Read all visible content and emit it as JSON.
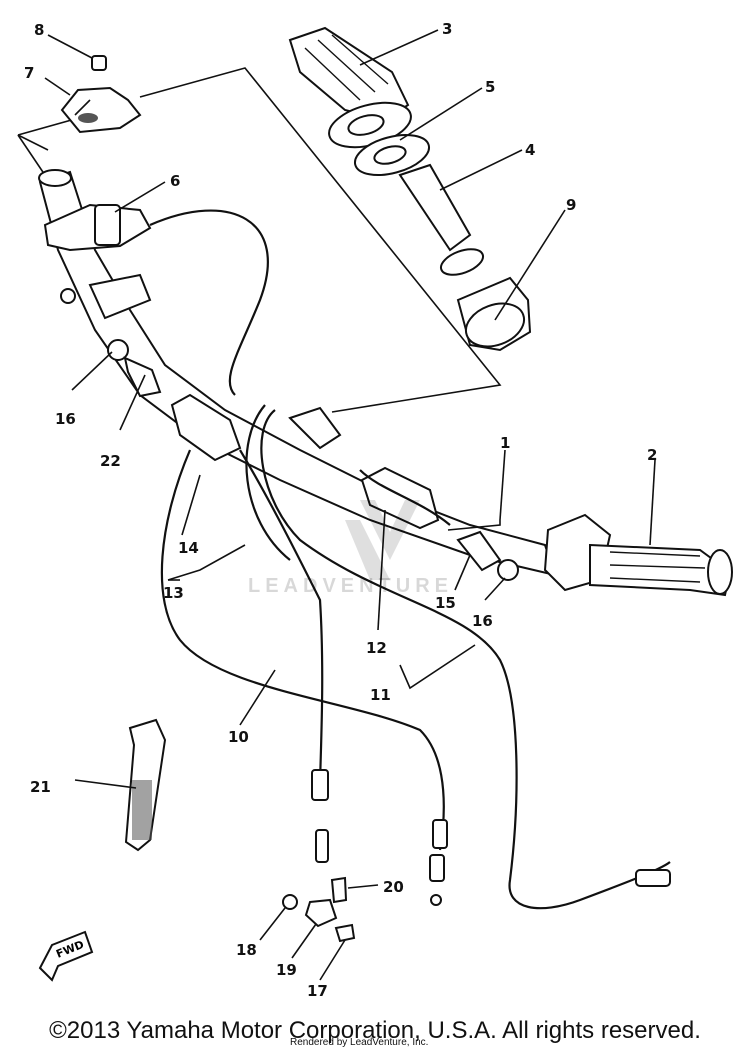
{
  "callouts": [
    {
      "id": "c1",
      "label": "1"
    },
    {
      "id": "c2",
      "label": "2"
    },
    {
      "id": "c3",
      "label": "3"
    },
    {
      "id": "c4",
      "label": "4"
    },
    {
      "id": "c5",
      "label": "5"
    },
    {
      "id": "c6",
      "label": "6"
    },
    {
      "id": "c7",
      "label": "7"
    },
    {
      "id": "c8",
      "label": "8"
    },
    {
      "id": "c9",
      "label": "9"
    },
    {
      "id": "c10",
      "label": "10"
    },
    {
      "id": "c11",
      "label": "11"
    },
    {
      "id": "c12",
      "label": "12"
    },
    {
      "id": "c13",
      "label": "13"
    },
    {
      "id": "c14",
      "label": "14"
    },
    {
      "id": "c15",
      "label": "15"
    },
    {
      "id": "c16a",
      "label": "16"
    },
    {
      "id": "c16b",
      "label": "16"
    },
    {
      "id": "c17",
      "label": "17"
    },
    {
      "id": "c18",
      "label": "18"
    },
    {
      "id": "c19",
      "label": "19"
    },
    {
      "id": "c20",
      "label": "20"
    },
    {
      "id": "c21",
      "label": "21"
    },
    {
      "id": "c22",
      "label": "22"
    }
  ],
  "fwd_label": "FWD",
  "watermark_text": "LEADVENTURE",
  "footer": {
    "copyright": "©2013 Yamaha Motor Corporation, U.S.A. All rights reserved.",
    "rendered_by": "Rendered by LeadVenture, Inc."
  }
}
